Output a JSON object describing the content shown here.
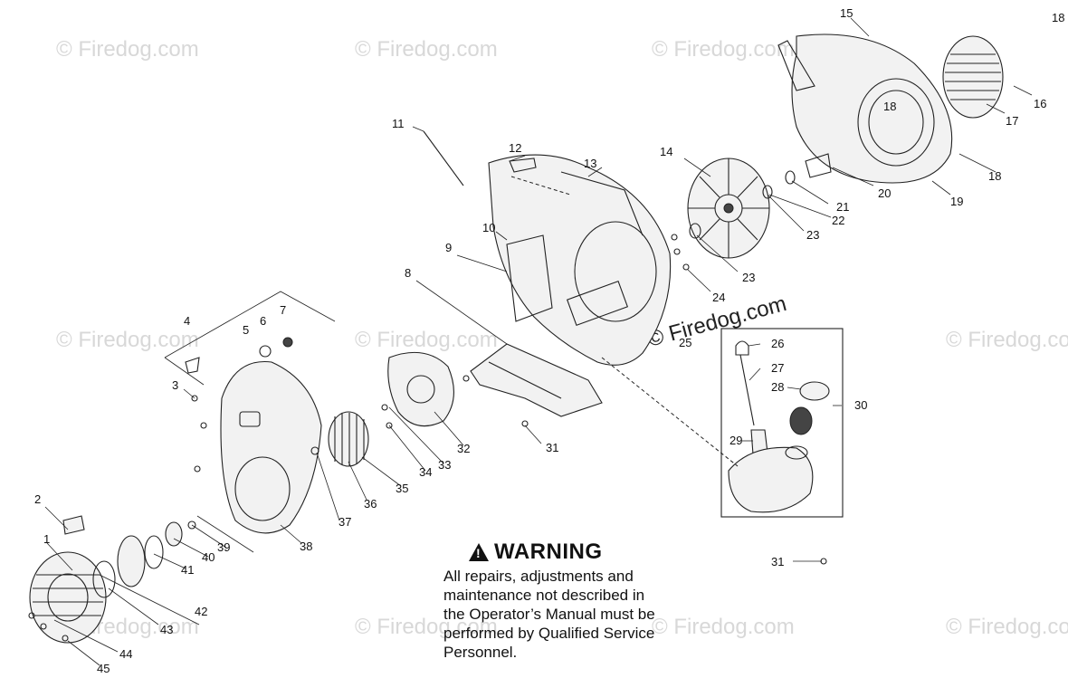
{
  "watermark": "© Firedog.com",
  "callouts": [
    "1",
    "2",
    "3",
    "4",
    "5",
    "6",
    "7",
    "8",
    "9",
    "10",
    "11",
    "12",
    "13",
    "14",
    "15",
    "16",
    "17",
    "18",
    "18",
    "18",
    "19",
    "20",
    "21",
    "22",
    "23",
    "23",
    "24",
    "25",
    "26",
    "27",
    "28",
    "29",
    "30",
    "31",
    "31",
    "32",
    "33",
    "34",
    "35",
    "36",
    "37",
    "38",
    "39",
    "40",
    "41",
    "42",
    "43",
    "44",
    "45"
  ],
  "warning": {
    "title": "WARNING",
    "lines": [
      "All repairs, adjustments and",
      "maintenance not described in",
      "the Operator’s Manual must be",
      "performed by Qualified Service",
      "Personnel."
    ]
  }
}
